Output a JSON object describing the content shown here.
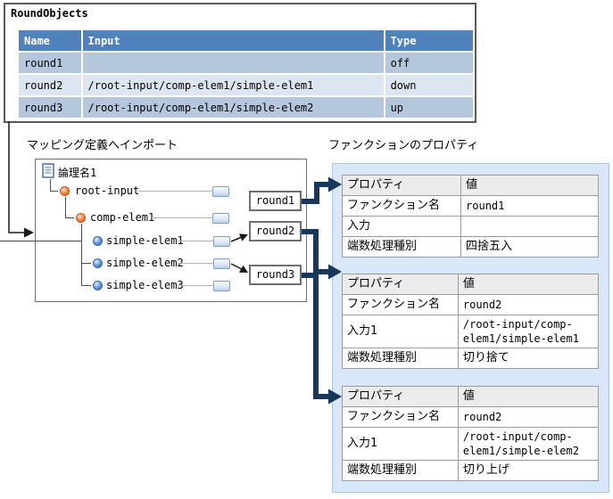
{
  "source_table": {
    "title": "RoundObjects",
    "columns": [
      "Name",
      "Input",
      "Type"
    ],
    "rows": [
      {
        "name": "round1",
        "input": "",
        "type": "off"
      },
      {
        "name": "round2",
        "input": "/root-input/comp-elem1/simple-elem1",
        "type": "down"
      },
      {
        "name": "round3",
        "input": "/root-input/comp-elem1/simple-elem2",
        "type": "up"
      }
    ]
  },
  "labels": {
    "mapping_import": "マッピング定義へインポート",
    "function_properties": "ファンクションのプロパティ"
  },
  "tree": {
    "root": "論理名1",
    "nodes": [
      {
        "label": "root-input",
        "kind": "composite"
      },
      {
        "label": "comp-elem1",
        "kind": "composite"
      },
      {
        "label": "simple-elem1",
        "kind": "simple"
      },
      {
        "label": "simple-elem2",
        "kind": "simple"
      },
      {
        "label": "simple-elem3",
        "kind": "simple"
      }
    ]
  },
  "function_boxes": [
    "round1",
    "round2",
    "round3"
  ],
  "property_tables": [
    {
      "headers": [
        "プロパティ",
        "値"
      ],
      "rows": [
        [
          "ファンクション名",
          "round1"
        ],
        [
          "入力",
          ""
        ],
        [
          "端数処理種別",
          "四捨五入"
        ]
      ]
    },
    {
      "headers": [
        "プロパティ",
        "値"
      ],
      "rows": [
        [
          "ファンクション名",
          "round2"
        ],
        [
          "入力1",
          "/root-input/comp-elem1/simple-elem1"
        ],
        [
          "端数処理種別",
          "切り捨て"
        ]
      ]
    },
    {
      "headers": [
        "プロパティ",
        "値"
      ],
      "rows": [
        [
          "ファンクション名",
          "round2"
        ],
        [
          "入力1",
          "/root-input/comp-elem1/simple-elem2"
        ],
        [
          "端数処理種別",
          "切り上げ"
        ]
      ]
    }
  ],
  "colors": {
    "header_blue": "#4f81bd",
    "row_dark": "#b5c7dd",
    "row_light": "#dce6f2",
    "connector_navy": "#17375d",
    "panel_bg": "#d9e8f8"
  }
}
